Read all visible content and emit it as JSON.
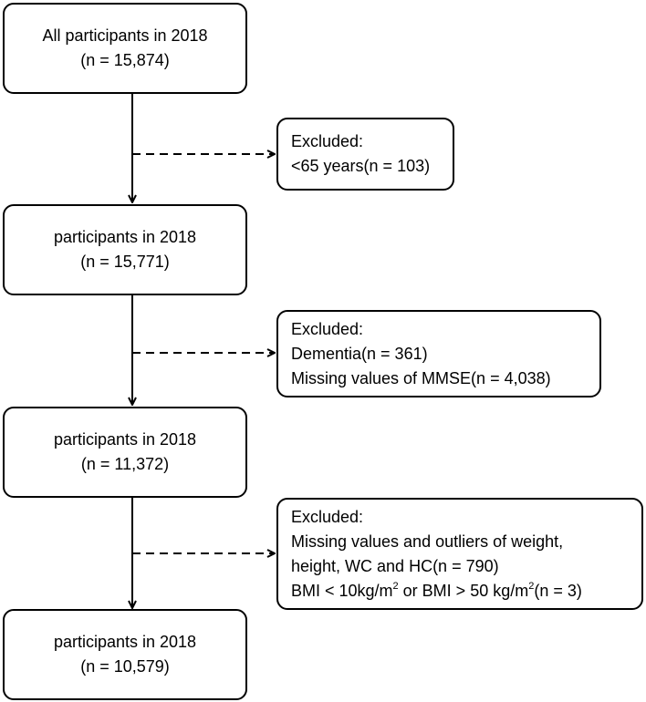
{
  "main_boxes": [
    {
      "title": "All participants in 2018",
      "count": "(n = 15,874)"
    },
    {
      "title": "participants in 2018",
      "count": "(n = 15,771)"
    },
    {
      "title": "participants in 2018",
      "count": "(n = 11,372)"
    },
    {
      "title": "participants in 2018",
      "count": "(n = 10,579)"
    }
  ],
  "exclusions": [
    {
      "heading": "Excluded:",
      "lines": [
        "<65 years(n = 103)"
      ]
    },
    {
      "heading": "Excluded:",
      "lines": [
        "Dementia(n = 361)",
        "Missing values of MMSE(n = 4,038)"
      ]
    },
    {
      "heading": "Excluded:",
      "lines": [
        "Missing values and outliers of weight,",
        "height, WC and HC(n = 790)"
      ],
      "bmi": {
        "a": "BMI < 10kg/m",
        "sup": "2",
        "b": " or BMI > 50 kg/m",
        "sup2": "2",
        "c": "(n = 3)"
      }
    }
  ]
}
